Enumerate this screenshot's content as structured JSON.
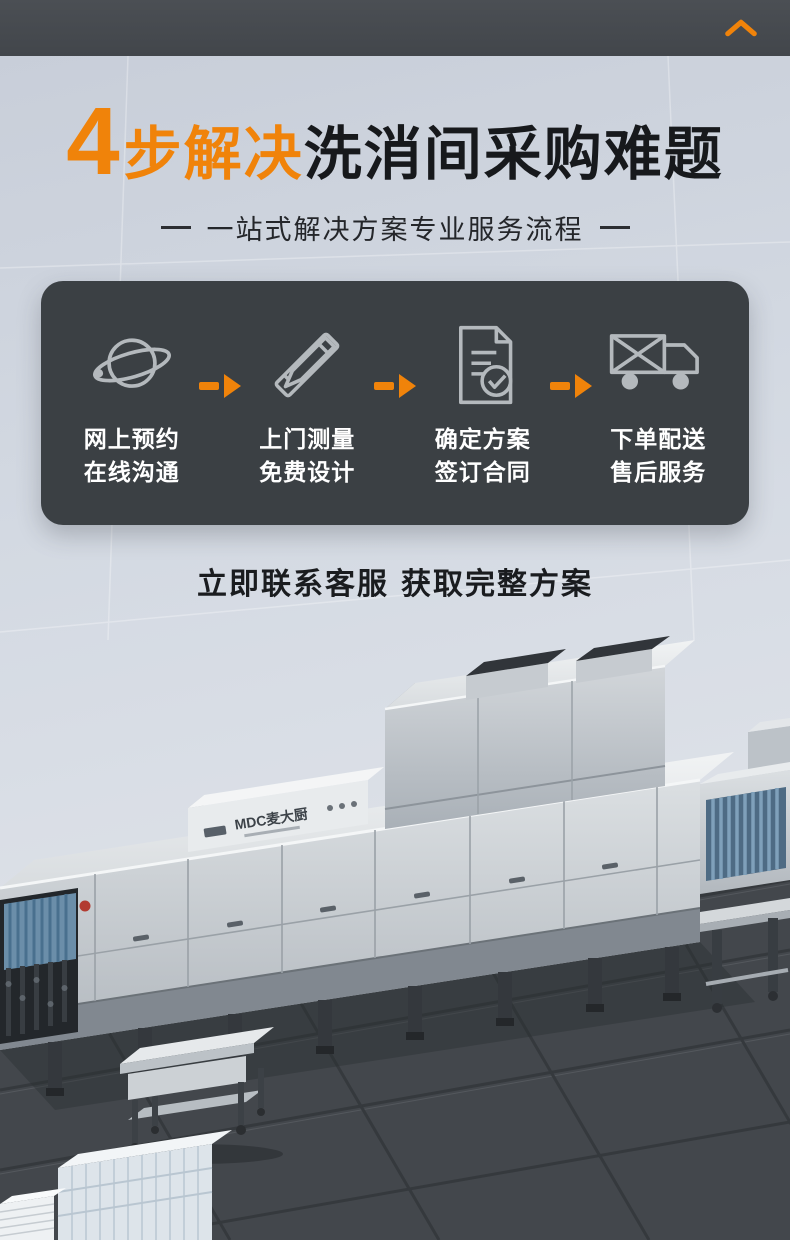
{
  "top_bar": {
    "back_to_top": "chevron-up"
  },
  "hero": {
    "title_num": "4",
    "title_highlight": "步解决",
    "title_rest": "洗消间采购难题",
    "subtitle": "一站式解决方案专业服务流程"
  },
  "steps": [
    {
      "icon": "globe-icon",
      "line1": "网上预约",
      "line2": "在线沟通"
    },
    {
      "icon": "ruler-pen-icon",
      "line1": "上门测量",
      "line2": "免费设计"
    },
    {
      "icon": "contract-check-icon",
      "line1": "确定方案",
      "line2": "签订合同"
    },
    {
      "icon": "delivery-truck-icon",
      "line1": "下单配送",
      "line2": "售后服务"
    }
  ],
  "cta": {
    "regular": "立即联系客服",
    "bold": "获取完整方案"
  },
  "machine": {
    "brand": "MDC麦大厨"
  },
  "colors": {
    "accent": "#f0830a",
    "panel": "#3b4044",
    "title_dark": "#17191c"
  }
}
